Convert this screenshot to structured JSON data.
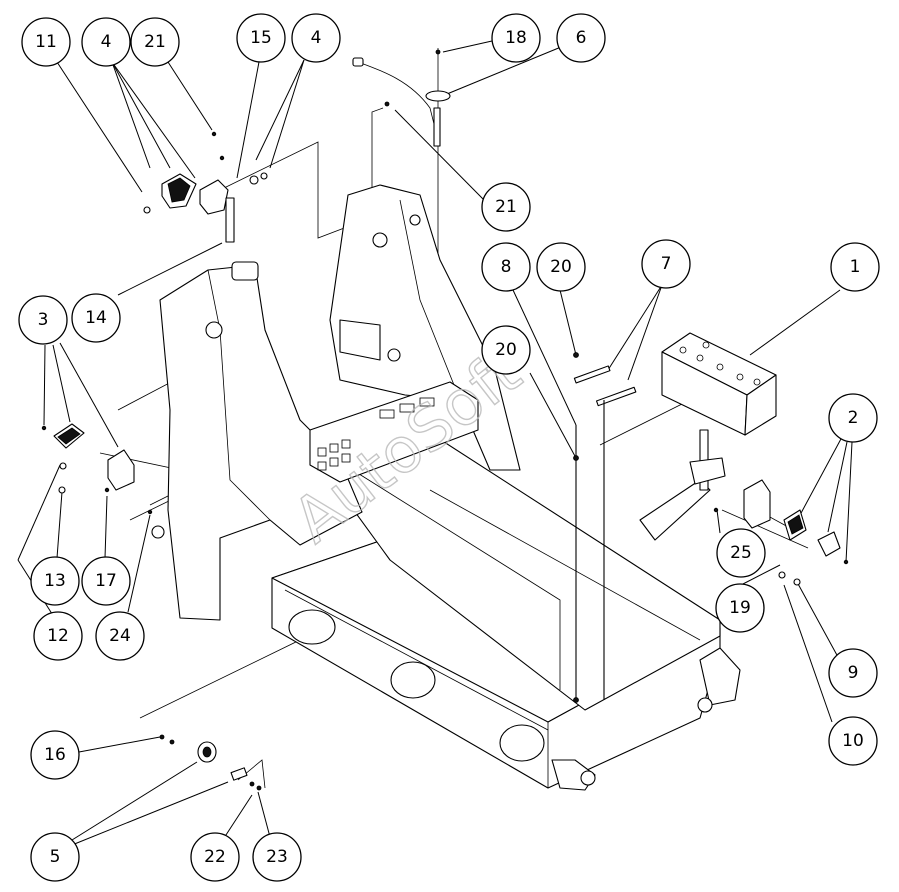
{
  "watermark": "AutoSoft",
  "callouts": [
    {
      "id": "c11",
      "label": "11"
    },
    {
      "id": "c4a",
      "label": "4"
    },
    {
      "id": "c21a",
      "label": "21"
    },
    {
      "id": "c15",
      "label": "15"
    },
    {
      "id": "c4b",
      "label": "4"
    },
    {
      "id": "c18",
      "label": "18"
    },
    {
      "id": "c6",
      "label": "6"
    },
    {
      "id": "c21b",
      "label": "21"
    },
    {
      "id": "c8",
      "label": "8"
    },
    {
      "id": "c20a",
      "label": "20"
    },
    {
      "id": "c7",
      "label": "7"
    },
    {
      "id": "c1",
      "label": "1"
    },
    {
      "id": "c14",
      "label": "14"
    },
    {
      "id": "c3",
      "label": "3"
    },
    {
      "id": "c20b",
      "label": "20"
    },
    {
      "id": "c2",
      "label": "2"
    },
    {
      "id": "c25",
      "label": "25"
    },
    {
      "id": "c13",
      "label": "13"
    },
    {
      "id": "c17",
      "label": "17"
    },
    {
      "id": "c12",
      "label": "12"
    },
    {
      "id": "c24",
      "label": "24"
    },
    {
      "id": "c19",
      "label": "19"
    },
    {
      "id": "c9",
      "label": "9"
    },
    {
      "id": "c10",
      "label": "10"
    },
    {
      "id": "c16",
      "label": "16"
    },
    {
      "id": "c5",
      "label": "5"
    },
    {
      "id": "c22",
      "label": "22"
    },
    {
      "id": "c23",
      "label": "23"
    }
  ]
}
